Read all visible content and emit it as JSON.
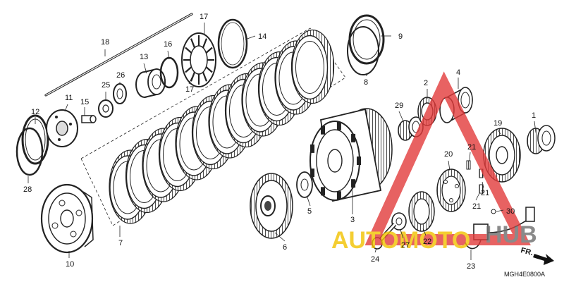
{
  "diagram": {
    "part_code": "MGH4E0800A",
    "direction_label": "FR.",
    "callouts": [
      {
        "id": "c1",
        "text": "1"
      },
      {
        "id": "c2",
        "text": "2"
      },
      {
        "id": "c3",
        "text": "3"
      },
      {
        "id": "c4",
        "text": "4"
      },
      {
        "id": "c5",
        "text": "5"
      },
      {
        "id": "c6",
        "text": "6"
      },
      {
        "id": "c7",
        "text": "7"
      },
      {
        "id": "c8",
        "text": "8"
      },
      {
        "id": "c9",
        "text": "9"
      },
      {
        "id": "c10",
        "text": "10"
      },
      {
        "id": "c11",
        "text": "11"
      },
      {
        "id": "c12",
        "text": "12"
      },
      {
        "id": "c13",
        "text": "13"
      },
      {
        "id": "c14",
        "text": "14"
      },
      {
        "id": "c15",
        "text": "15"
      },
      {
        "id": "c16",
        "text": "16"
      },
      {
        "id": "c17a",
        "text": "17"
      },
      {
        "id": "c17b",
        "text": "17"
      },
      {
        "id": "c18",
        "text": "18"
      },
      {
        "id": "c19",
        "text": "19"
      },
      {
        "id": "c20",
        "text": "20"
      },
      {
        "id": "c21a",
        "text": "21"
      },
      {
        "id": "c21b",
        "text": "21"
      },
      {
        "id": "c21c",
        "text": "21"
      },
      {
        "id": "c22",
        "text": "22"
      },
      {
        "id": "c23",
        "text": "23"
      },
      {
        "id": "c24",
        "text": "24"
      },
      {
        "id": "c25",
        "text": "25"
      },
      {
        "id": "c26",
        "text": "26"
      },
      {
        "id": "c27",
        "text": "27"
      },
      {
        "id": "c28",
        "text": "28"
      },
      {
        "id": "c29",
        "text": "29"
      },
      {
        "id": "c30",
        "text": "30"
      }
    ]
  },
  "watermark": {
    "word_a": "AUTO",
    "word_b": "MOTO",
    "word_c": "HUB",
    "color_red": "#e23b3b",
    "color_yellow": "#f2c200",
    "color_gray": "#6d6d6d"
  }
}
